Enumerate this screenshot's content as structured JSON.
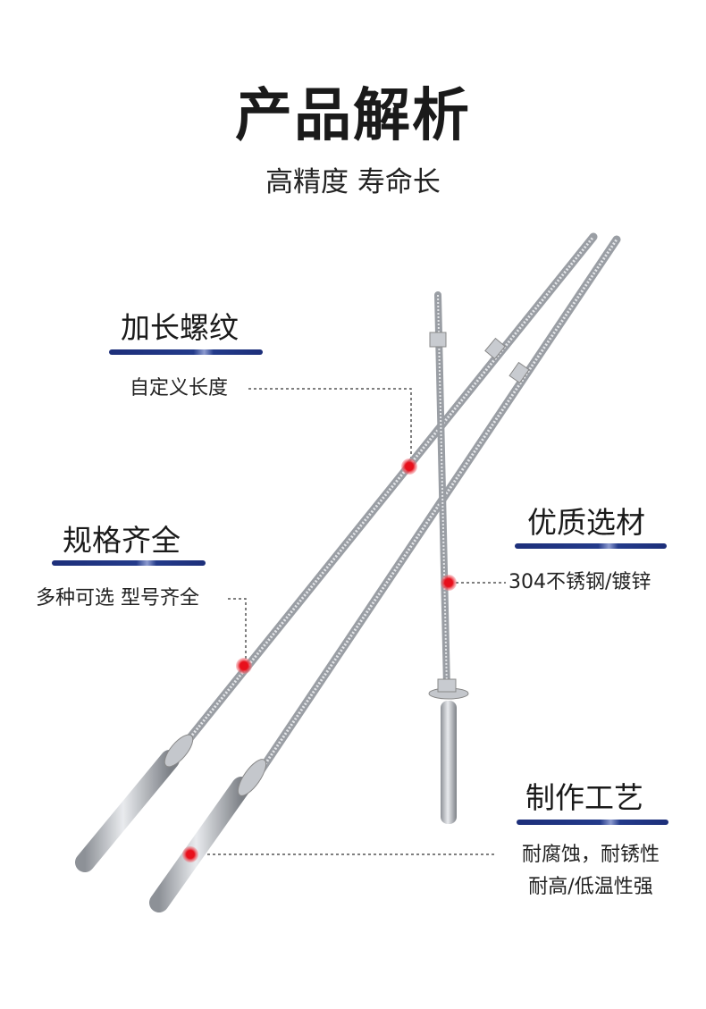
{
  "header": {
    "title": "产品解析",
    "subtitle": "高精度 寿命长"
  },
  "features": [
    {
      "heading": "加长螺纹",
      "desc": "自定义长度"
    },
    {
      "heading": "规格齐全",
      "desc": "多种可选 型号齐全"
    },
    {
      "heading": "优质选材",
      "desc": "304不锈钢/镀锌"
    },
    {
      "heading": "制作工艺",
      "desc_lines": [
        "耐腐蚀，耐锈性",
        "耐高/低温性强"
      ]
    }
  ],
  "colors": {
    "accent_bar": "#1d2f7a",
    "marker": "#e8101c",
    "rod": "#b8bcc2"
  }
}
